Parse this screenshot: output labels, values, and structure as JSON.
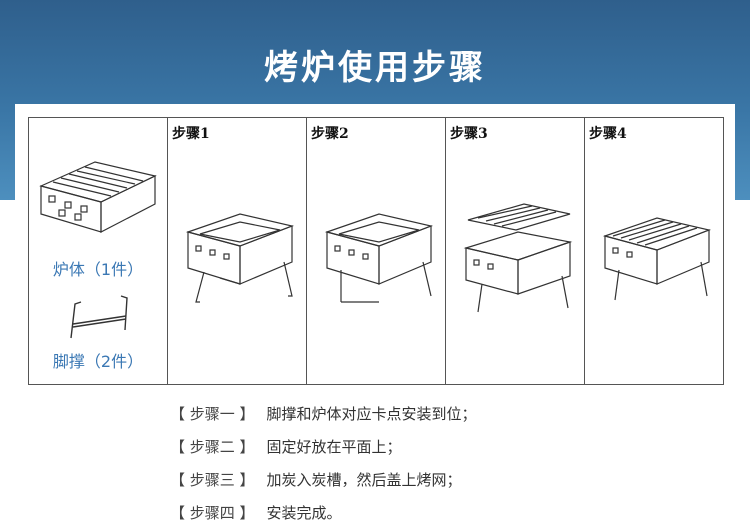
{
  "header": {
    "title": "烤炉使用步骤"
  },
  "parts": [
    {
      "label": "炉体（1件）"
    },
    {
      "label": "脚撑（2件）"
    }
  ],
  "panels": [
    {
      "label": "步骤1"
    },
    {
      "label": "步骤2"
    },
    {
      "label": "步骤3"
    },
    {
      "label": "步骤4"
    }
  ],
  "instructions": [
    {
      "tag": "【 步骤一 】",
      "text": "脚撑和炉体对应卡点安装到位；"
    },
    {
      "tag": "【 步骤二 】",
      "text": "固定好放在平面上；"
    },
    {
      "tag": "【 步骤三 】",
      "text": "加炭入炭槽，然后盖上烤网；"
    },
    {
      "tag": "【 步骤四 】",
      "text": "安装完成。"
    }
  ]
}
